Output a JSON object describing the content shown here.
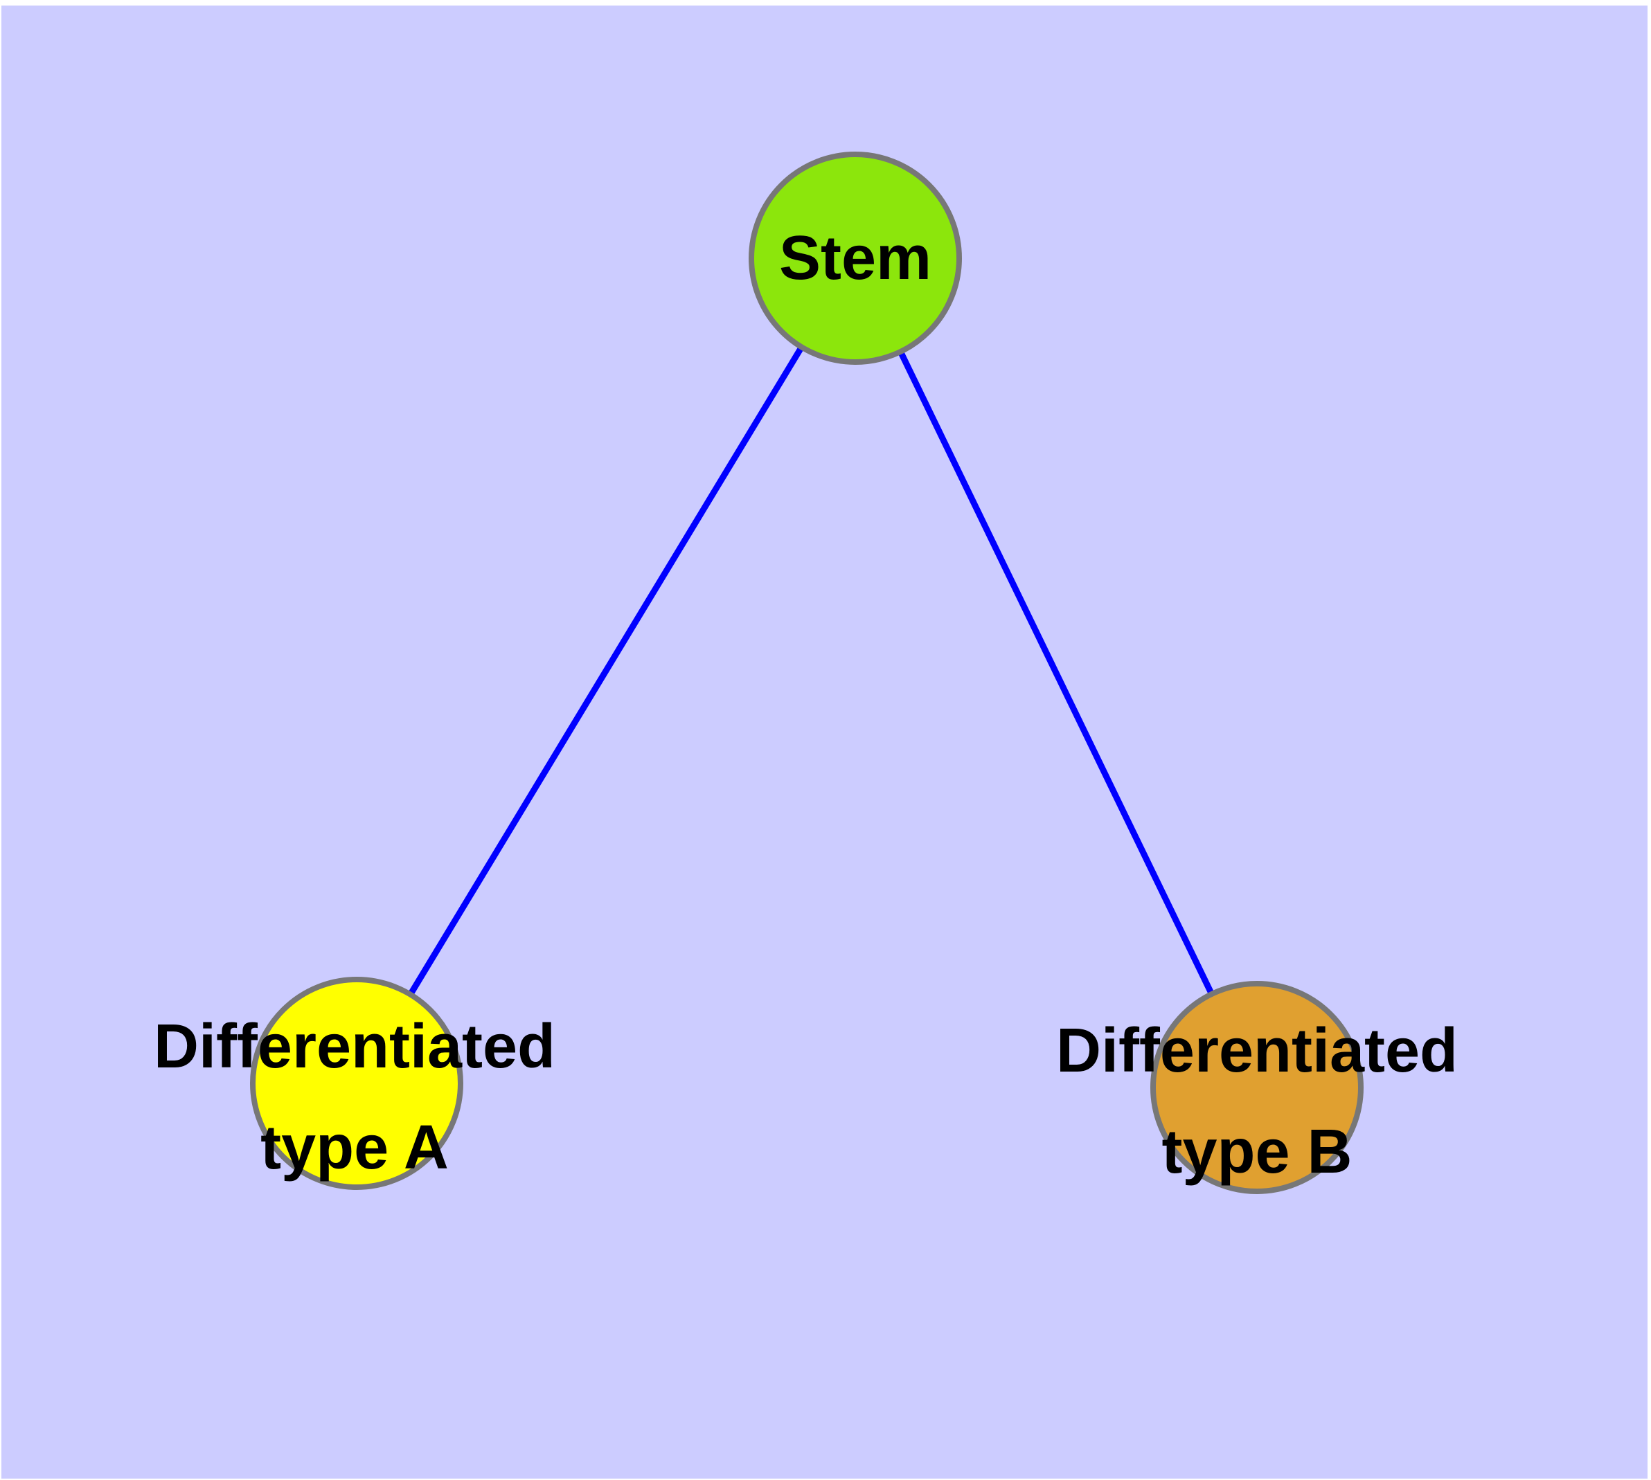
{
  "figure": {
    "background_color": "#ffffff",
    "panel_background_color": "#ccccff"
  },
  "graph": {
    "type": "node-link-diagram",
    "nodes": [
      {
        "id": "stem",
        "label": "Stem",
        "fill": "#8ce60c",
        "border_color": "#777777"
      },
      {
        "id": "differentiated-type-a",
        "label_line1": "Differentiated",
        "label_line2": "type A",
        "fill": "#ffff00",
        "border_color": "#777777"
      },
      {
        "id": "differentiated-type-b",
        "label_line1": "Differentiated",
        "label_line2": "type B",
        "fill": "#e0a030",
        "border_color": "#777777"
      }
    ],
    "edges": [
      {
        "from": "Stem",
        "to": "Differentiated type A",
        "color": "#0000ff"
      },
      {
        "from": "Stem",
        "to": "Differentiated type B",
        "color": "#0000ff"
      }
    ]
  }
}
